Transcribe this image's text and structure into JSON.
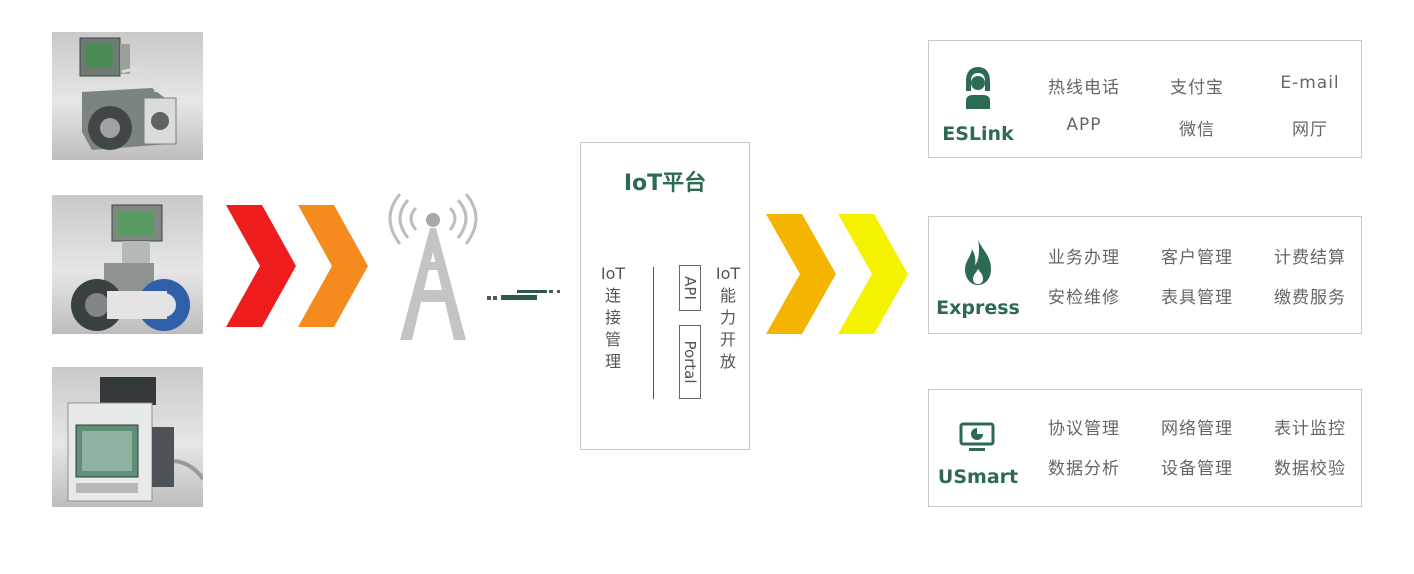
{
  "devices": [
    {
      "name": "rotary-gas-meter"
    },
    {
      "name": "turbine-gas-meter"
    },
    {
      "name": "volume-corrector"
    }
  ],
  "colors": {
    "chevron_red": "#ee1c1c",
    "chevron_orange": "#f58a1f",
    "chevron_amber": "#f5b400",
    "chevron_yellow": "#f5f200",
    "brand_green": "#2d6a52",
    "tower_gray": "#bbbbbb"
  },
  "icons": [
    "signal-tower-icon",
    "support-agent-icon",
    "flame-icon",
    "monitor-icon"
  ],
  "iot": {
    "title": "IoT平台",
    "left_col": [
      "IoT",
      "连",
      "接",
      "管",
      "理"
    ],
    "api": "API",
    "portal": "Portal",
    "right_col": [
      "IoT",
      "能",
      "力",
      "开",
      "放"
    ]
  },
  "services": [
    {
      "brand": "ESLink",
      "icon": "support-agent-icon",
      "items": [
        "热线电话",
        "支付宝",
        "E-mail",
        "APP",
        "微信",
        "网厅"
      ]
    },
    {
      "brand": "Express",
      "icon": "flame-icon",
      "items": [
        "业务办理",
        "客户管理",
        "计费结算",
        "安检维修",
        "表具管理",
        "缴费服务"
      ]
    },
    {
      "brand": "USmart",
      "icon": "monitor-icon",
      "items": [
        "协议管理",
        "网络管理",
        "表计监控",
        "数据分析",
        "设备管理",
        "数据校验"
      ]
    }
  ]
}
